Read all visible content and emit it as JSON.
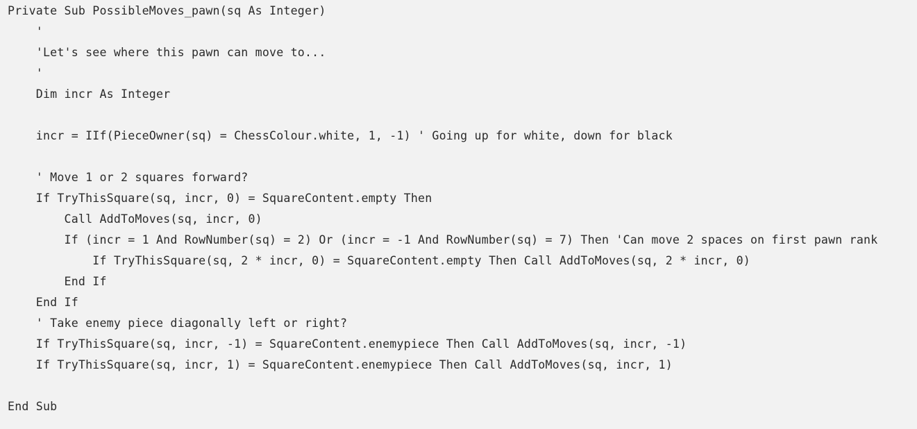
{
  "code": {
    "lines": [
      "Private Sub PossibleMoves_pawn(sq As Integer)",
      "    '",
      "    'Let's see where this pawn can move to...",
      "    '",
      "    Dim incr As Integer",
      "",
      "    incr = IIf(PieceOwner(sq) = ChessColour.white, 1, -1) ' Going up for white, down for black",
      "",
      "    ' Move 1 or 2 squares forward?",
      "    If TryThisSquare(sq, incr, 0) = SquareContent.empty Then",
      "        Call AddToMoves(sq, incr, 0)",
      "        If (incr = 1 And RowNumber(sq) = 2) Or (incr = -1 And RowNumber(sq) = 7) Then 'Can move 2 spaces on first pawn rank",
      "            If TryThisSquare(sq, 2 * incr, 0) = SquareContent.empty Then Call AddToMoves(sq, 2 * incr, 0)",
      "        End If",
      "    End If",
      "    ' Take enemy piece diagonally left or right?",
      "    If TryThisSquare(sq, incr, -1) = SquareContent.enemypiece Then Call AddToMoves(sq, incr, -1)",
      "    If TryThisSquare(sq, incr, 1) = SquareContent.enemypiece Then Call AddToMoves(sq, incr, 1)",
      "",
      "End Sub"
    ]
  }
}
